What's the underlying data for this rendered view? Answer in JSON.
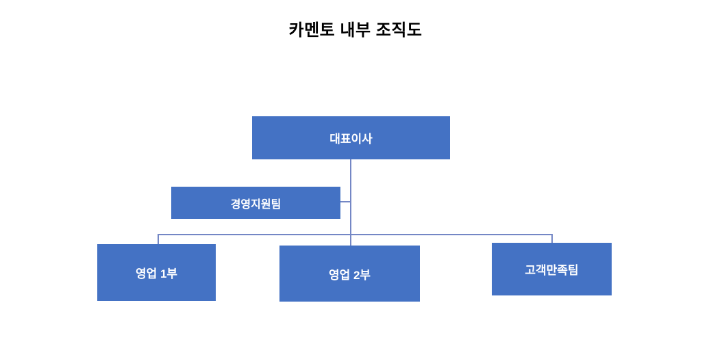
{
  "page": {
    "title": "카멘토 내부 조직도"
  },
  "org_chart": {
    "type": "org-chart",
    "root": {
      "id": "ceo",
      "label": "대표이사"
    },
    "staff": {
      "id": "support",
      "label": "경영지원팀",
      "attached_to": "ceo"
    },
    "departments": [
      {
        "id": "sales1",
        "label": "영업 1부",
        "parent": "ceo"
      },
      {
        "id": "sales2",
        "label": "영업 2부",
        "parent": "ceo"
      },
      {
        "id": "customer",
        "label": "고객만족팀",
        "parent": "ceo"
      }
    ]
  },
  "colors": {
    "box_fill": "#4472C4",
    "box_text": "#FFFFFF",
    "connector": "#7487C5",
    "title_text": "#000000",
    "background": "#FFFFFF"
  }
}
